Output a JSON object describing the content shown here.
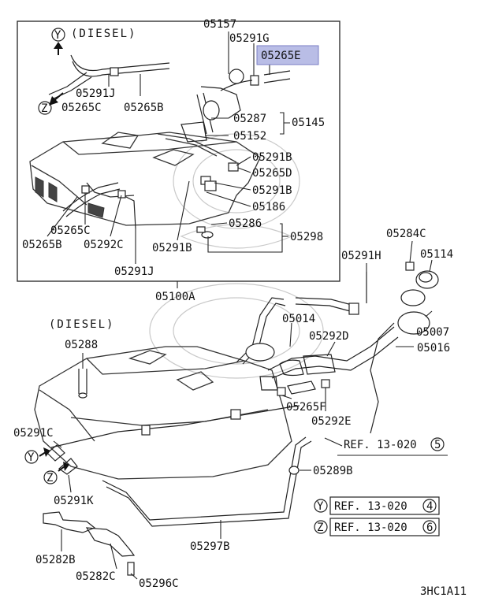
{
  "diagram_id": "3HC1A11",
  "inset": {
    "diesel_label": "(DIESEL)",
    "direction_y": "Y",
    "direction_z": "Z",
    "parts": {
      "p05157": "05157",
      "p05291G": "05291G",
      "p05265E": "05265E",
      "p05291J_a": "05291J",
      "p05265C_a": "05265C",
      "p05265B_a": "05265B",
      "p05287": "05287",
      "p05145": "05145",
      "p05152": "05152",
      "p05291B_a": "05291B",
      "p05265D": "05265D",
      "p05291B_b": "05291B",
      "p05186": "05186",
      "p05286": "05286",
      "p05298": "05298",
      "p05265C_b": "05265C",
      "p05265B_b": "05265B",
      "p05292C": "05292C",
      "p05291B_c": "05291B",
      "p05291J_b": "05291J"
    },
    "assembly": "05100A"
  },
  "main": {
    "diesel_label": "(DIESEL)",
    "parts": {
      "p05284C": "05284C",
      "p05114": "05114",
      "p05291H": "05291H",
      "p05007": "05007",
      "p05014": "05014",
      "p05016": "05016",
      "p05292D": "05292D",
      "p05288": "05288",
      "p05265F": "05265F",
      "p05292E": "05292E",
      "p05291C": "05291C",
      "p05289B": "05289B",
      "p05291K": "05291K",
      "p05297B": "05297B",
      "p05282B": "05282B",
      "p05282C": "05282C",
      "p05296C": "05296C"
    },
    "refs": {
      "ref_main": "REF. 13-020",
      "ref_main_num": "5",
      "ref_y_letter": "Y",
      "ref_y": "REF. 13-020",
      "ref_y_num": "4",
      "ref_z_letter": "Z",
      "ref_z": "REF. 13-020",
      "ref_z_num": "6",
      "dir_y": "Y",
      "dir_z": "Z"
    }
  },
  "colors": {
    "highlight": "#b9bde6",
    "line": "#222222",
    "watermark": "#c9c9c9"
  }
}
